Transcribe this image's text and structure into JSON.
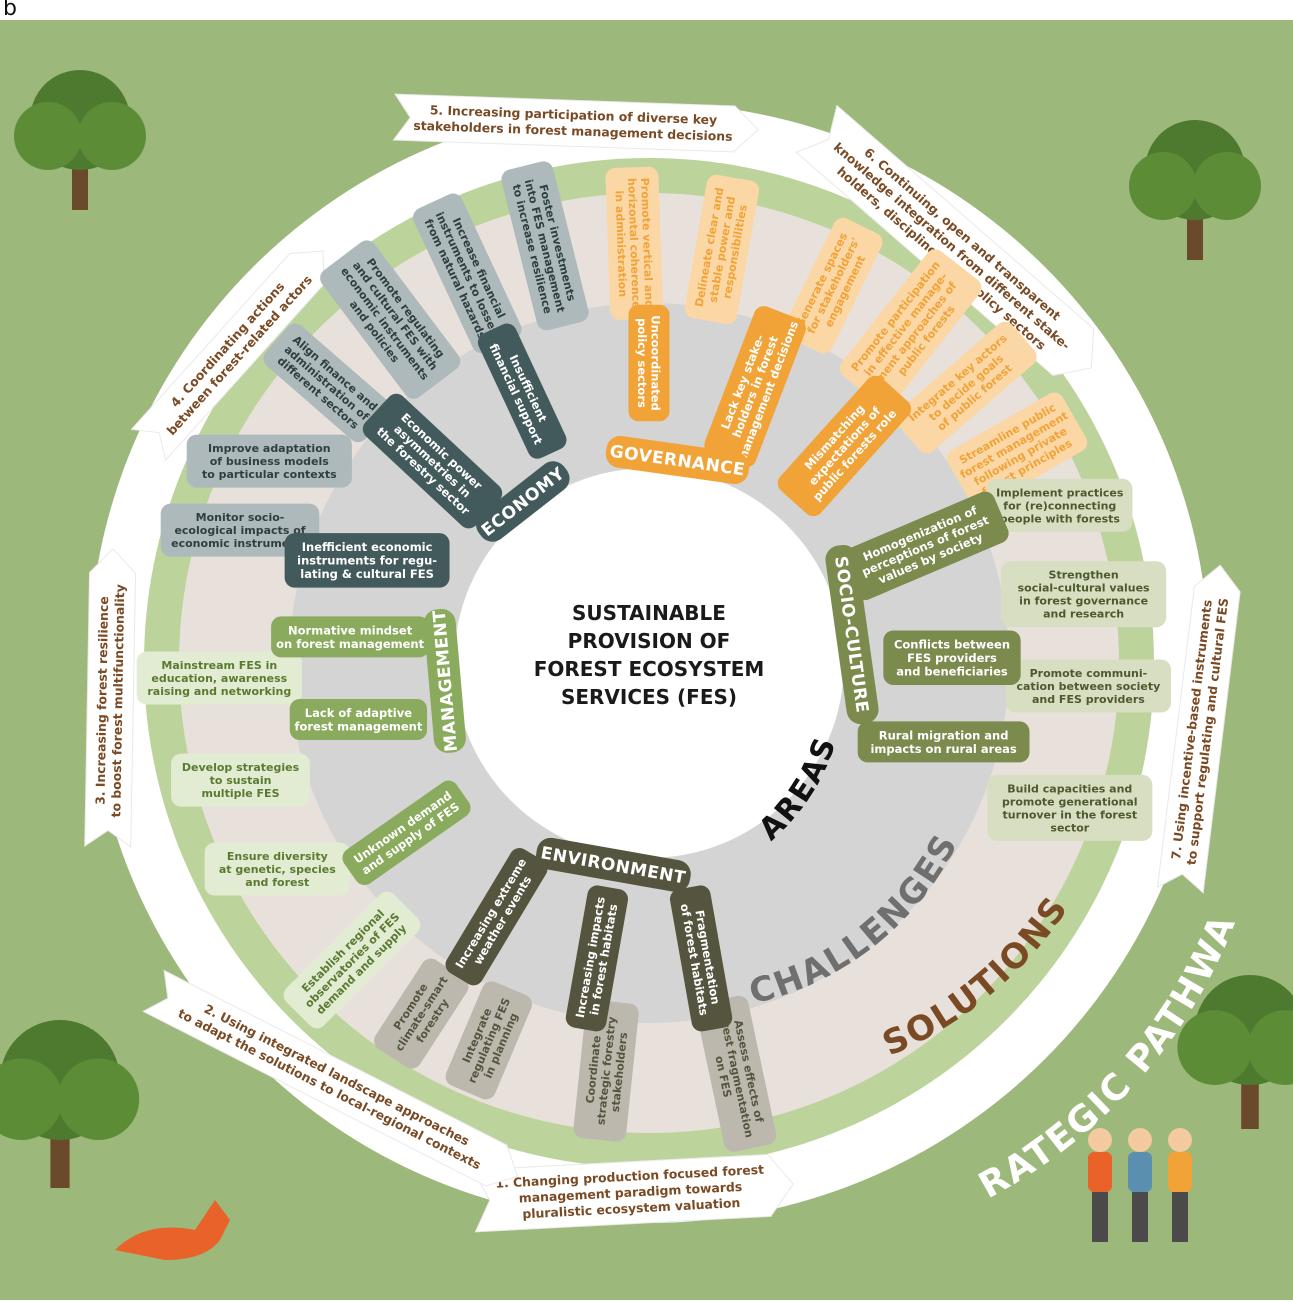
{
  "corner_label": "b",
  "center": {
    "lines": [
      "SUSTAINABLE",
      "PROVISION OF",
      "FOREST ECOSYSTEM",
      "SERVICES (FES)"
    ]
  },
  "ring_labels": {
    "areas": "AREAS",
    "challenges": "CHALLENGES",
    "solutions": "SOLUTIONS",
    "strategic_pathways": "STRATEGIC PATHWAYS"
  },
  "colors": {
    "economy": "#435a5c",
    "economy_solution": "#aeb9bb",
    "governance": "#f1a338",
    "governance_solution": "#fbd7a6",
    "socio_culture": "#7b8a4d",
    "socio_culture_solution": "#d7dec2",
    "management": "#8aab5d",
    "management_solution": "#e2ecd2",
    "environment": "#55553f",
    "environment_solution": "#bcb8ae",
    "background": "#9cb87a",
    "arrow_text": "#7a4a24"
  },
  "areas": [
    {
      "id": "economy",
      "label": "ECONOMY"
    },
    {
      "id": "governance",
      "label": "GOVERNANCE"
    },
    {
      "id": "socio_culture",
      "label": "SOCIO-CULTURE"
    },
    {
      "id": "environment",
      "label": "ENVIRONMENT"
    },
    {
      "id": "management",
      "label": "MANAGEMENT"
    }
  ],
  "challenges": [
    {
      "area": "economy",
      "lines": [
        "Inefficient economic",
        "instruments for regu-",
        "lating & cultural FES"
      ]
    },
    {
      "area": "economy",
      "lines": [
        "Economic power",
        "asymmetries in",
        "the forestry sector"
      ]
    },
    {
      "area": "economy",
      "lines": [
        "Insufficient",
        "financial support"
      ]
    },
    {
      "area": "governance",
      "lines": [
        "Uncoordinated",
        "policy sectors"
      ]
    },
    {
      "area": "governance",
      "lines": [
        "Lack key stake-",
        "holders in forest",
        "management decisions"
      ]
    },
    {
      "area": "governance",
      "lines": [
        "Mismatching",
        "expectations of",
        "public forests role"
      ]
    },
    {
      "area": "socio_culture",
      "lines": [
        "Homogenization of",
        "perceptions of forest",
        "values by society"
      ]
    },
    {
      "area": "socio_culture",
      "lines": [
        "Conflicts between",
        "FES providers",
        "and beneficiaries"
      ]
    },
    {
      "area": "socio_culture",
      "lines": [
        "Rural migration and",
        "impacts on rural areas"
      ]
    },
    {
      "area": "environment",
      "lines": [
        "Fragmentation",
        "of forest habitats"
      ]
    },
    {
      "area": "environment",
      "lines": [
        "Increasing impacts",
        "in forest habitats"
      ]
    },
    {
      "area": "environment",
      "lines": [
        "Increasing extreme",
        "weather events"
      ]
    },
    {
      "area": "management",
      "lines": [
        "Unknown demand",
        "and supply of FES"
      ]
    },
    {
      "area": "management",
      "lines": [
        "Lack of adaptive",
        "forest management"
      ]
    },
    {
      "area": "management",
      "lines": [
        "Normative mindset",
        "on forest management"
      ]
    }
  ],
  "solutions": [
    {
      "area": "economy",
      "lines": [
        "Monitor socio-",
        "ecological impacts of",
        "economic instruments"
      ]
    },
    {
      "area": "economy",
      "lines": [
        "Improve adaptation",
        "of business models",
        "to particular contexts"
      ]
    },
    {
      "area": "economy",
      "lines": [
        "Align finance and",
        "administration of",
        "different sectors"
      ]
    },
    {
      "area": "economy",
      "lines": [
        "Promote regulating",
        "and cultural FES with",
        "economic instruments",
        "and policies"
      ]
    },
    {
      "area": "economy",
      "lines": [
        "Increase financial",
        "instruments to losses",
        "from natural hazards"
      ]
    },
    {
      "area": "economy",
      "lines": [
        "Foster investments",
        "into FES management",
        "to increase resilience"
      ]
    },
    {
      "area": "governance",
      "lines": [
        "Promote vertical and",
        "horizontal coherence",
        "in administration"
      ]
    },
    {
      "area": "governance",
      "lines": [
        "Delineate clear and",
        "stable power and",
        "responsibilities"
      ]
    },
    {
      "area": "governance",
      "lines": [
        "Generate spaces",
        "for stakeholders'",
        "engagement"
      ]
    },
    {
      "area": "governance",
      "lines": [
        "Promote participation",
        "in effective manage-",
        "ment approaches of",
        "public forests"
      ]
    },
    {
      "area": "governance",
      "lines": [
        "Integrate key actors",
        "to decide goals",
        "of public forest"
      ]
    },
    {
      "area": "governance",
      "lines": [
        "Streamline public",
        "forest management",
        "following private",
        "forest principles"
      ]
    },
    {
      "area": "socio_culture",
      "lines": [
        "Implement practices",
        "for (re)connecting",
        "people with forests"
      ]
    },
    {
      "area": "socio_culture",
      "lines": [
        "Strengthen",
        "social-cultural values",
        "in forest governance",
        "and research"
      ]
    },
    {
      "area": "socio_culture",
      "lines": [
        "Promote communi-",
        "cation between society",
        "and FES providers"
      ]
    },
    {
      "area": "socio_culture",
      "lines": [
        "Build capacities and",
        "promote generational",
        "turnover in the forest",
        "sector"
      ]
    },
    {
      "area": "environment",
      "lines": [
        "Assess effects of",
        "forest fragmentation",
        "on FES"
      ]
    },
    {
      "area": "environment",
      "lines": [
        "Coordinate",
        "strategic forestry",
        "stakeholders"
      ]
    },
    {
      "area": "environment",
      "lines": [
        "Integrate",
        "regulating FES",
        "in planning"
      ]
    },
    {
      "area": "environment",
      "lines": [
        "Promote",
        "climate-smart",
        "forestry"
      ]
    },
    {
      "area": "management",
      "lines": [
        "Establish regional",
        "observatories of FES",
        "demand and supply"
      ]
    },
    {
      "area": "management",
      "lines": [
        "Ensure diversity",
        "at genetic, species",
        "and forest"
      ]
    },
    {
      "area": "management",
      "lines": [
        "Develop strategies",
        "to sustain",
        "multiple FES"
      ]
    },
    {
      "area": "management",
      "lines": [
        "Mainstream FES in",
        "education, awareness",
        "raising and networking"
      ]
    }
  ],
  "pathways": [
    {
      "lines": [
        "1. Changing production focused forest",
        "management paradigm towards",
        "pluralistic ecosystem valuation"
      ]
    },
    {
      "lines": [
        "2. Using integrated landscape approaches",
        "to adapt the solutions to local-regional contexts"
      ]
    },
    {
      "lines": [
        "3. Increasing forest resilience",
        "to boost forest multifunctionality"
      ]
    },
    {
      "lines": [
        "4. Coordinating actions",
        "between forest-related actors"
      ]
    },
    {
      "lines": [
        "5. Increasing participation of diverse key",
        "stakeholders in forest management decisions"
      ]
    },
    {
      "lines": [
        "6. Continuing, open and transparent",
        "knowledge integration from different stake-",
        "holders, disciplines, and policy sectors"
      ]
    },
    {
      "lines": [
        "7. Using incentive-based instruments",
        "to support regulating and cultural FES"
      ]
    }
  ]
}
